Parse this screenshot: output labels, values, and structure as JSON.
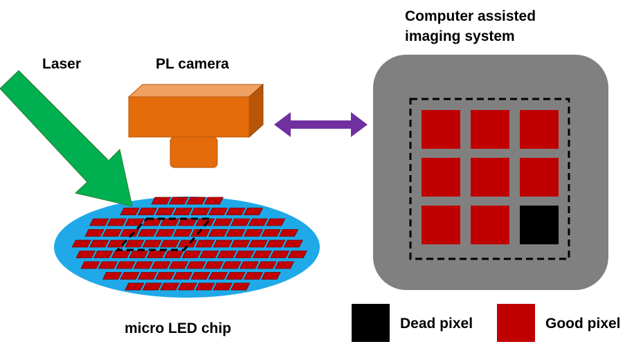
{
  "labels": {
    "laser": "Laser",
    "camera": "PL camera",
    "chip": "micro LED chip",
    "system_line1": "Computer assisted",
    "system_line2": "imaging system"
  },
  "legend": {
    "dead": "Dead pixel",
    "good": "Good pixel"
  },
  "display_grid": [
    [
      "good",
      "good",
      "good"
    ],
    [
      "good",
      "good",
      "good"
    ],
    [
      "good",
      "good",
      "dead"
    ]
  ],
  "colors": {
    "good_pixel": "#c00000",
    "dead_pixel": "#000000",
    "laser_arrow": "#00b050",
    "camera_body": "#e46c0a",
    "camera_top": "#f0a060",
    "camera_side": "#b85606",
    "wafer": "#1fa9e8",
    "link_arrow": "#7030a0",
    "screen": "#808080"
  },
  "icons": {
    "laser": "laser-beam-arrow",
    "camera": "camera-shape",
    "link": "double-headed-arrow"
  }
}
